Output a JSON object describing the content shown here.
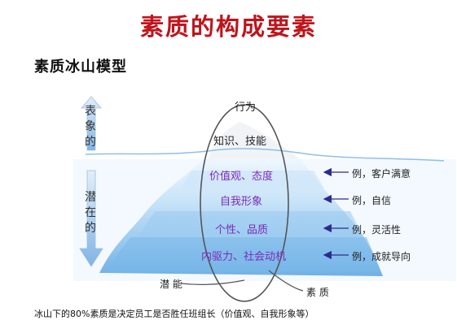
{
  "title": "素质的构成要素",
  "subtitle": "素质冰山模型",
  "side_labels": {
    "surface": "表象的",
    "hidden": "潜在的"
  },
  "layers": {
    "behavior": "行为",
    "knowledge": "知识、技能",
    "values": "价值观、态度",
    "self_image": "自我形象",
    "personality": "个性、品质",
    "motivation": "内驱力、社会动机"
  },
  "examples": {
    "values": "例，客户满意",
    "self_image": "例，自信",
    "personality": "例，灵活性",
    "motivation": "例，成就导向"
  },
  "bottom_labels": {
    "potential": "潜 能",
    "quality": "素 质"
  },
  "caption": "冰山下的80%素质是决定员工是否胜任班组长（价值观、自我形象等）",
  "colors": {
    "title": "#c0141c",
    "purple_text": "#7b2bb8",
    "deep_water": "#6fb2e8",
    "mid_water": "#a9d3f4",
    "light_water": "#d8ecfb",
    "arrow_blue": "#a7c9ea",
    "example_arrow": "#2c2c8c"
  }
}
